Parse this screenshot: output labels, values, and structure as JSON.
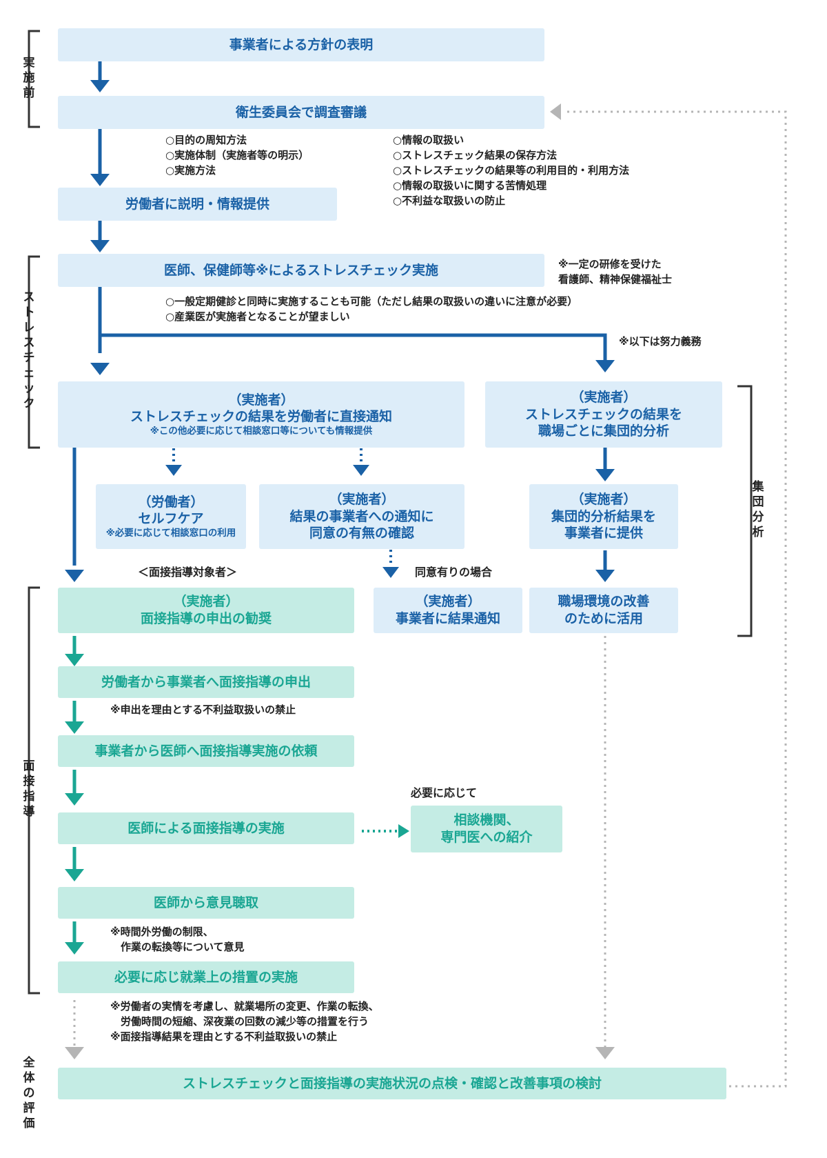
{
  "phases": {
    "pre": "実施前",
    "stress": "ストレスチェック",
    "interview": "面接指導",
    "overall": "全体の評価",
    "group": "集団分析"
  },
  "boxes": {
    "policy": "事業者による方針の表明",
    "committee": "衛生委員会で調査審議",
    "explain": "労働者に説明・情報提供",
    "check": "医師、保健師等※によるストレスチェック実施",
    "notify_role": "（実施者）",
    "notify_main": "ストレスチェックの結果を労働者に直接通知",
    "notify_sub": "※この他必要に応じて相談窓口等についても情報提供",
    "analysis_role": "（実施者）",
    "analysis_line1": "ストレスチェックの結果を",
    "analysis_line2": "職場ごとに集団的分析",
    "selfcare_role": "（労働者）",
    "selfcare_main": "セルフケア",
    "selfcare_sub": "※必要に応じて相談窓口の利用",
    "consent_role": "（実施者）",
    "consent_line1": "結果の事業者への通知に",
    "consent_line2": "同意の有無の確認",
    "provide_role": "（実施者）",
    "provide_line1": "集団的分析結果を",
    "provide_line2": "事業者に提供",
    "recommend_role": "（実施者）",
    "recommend_main": "面接指導の申出の勧奨",
    "result_role": "（実施者）",
    "result_main": "事業者に結果通知",
    "improve_line1": "職場環境の改善",
    "improve_line2": "のために活用",
    "apply": "労働者から事業者へ面接指導の申出",
    "request": "事業者から医師へ面接指導実施の依頼",
    "conduct": "医師による面接指導の実施",
    "referral_line1": "相談機関、",
    "referral_line2": "専門医への紹介",
    "opinion": "医師から意見聴取",
    "measures": "必要に応じ就業上の措置の実施",
    "evaluation": "ストレスチェックと面接指導の実施状況の点検・確認と改善事項の検討"
  },
  "notes": {
    "committee_left": "○目的の周知方法\n○実施体制（実施者等の明示）\n○実施方法",
    "committee_right": "○情報の取扱い\n○ストレスチェック結果の保存方法\n○ストレスチェックの結果等の利用目的・利用方法\n○情報の取扱いに関する苦情処理\n○不利益な取扱いの防止",
    "check_footnote": "※一定の研修を受けた\n看護師、精神保健福祉士",
    "check_notes": "○一般定期健診と同時に実施することも可能（ただし結果の取扱いの違いに注意が必要）\n○産業医が実施者となることが望ましい",
    "effort": "※以下は努力義務",
    "target": "＜面接指導対象者＞",
    "consent_given": "同意有りの場合",
    "apply_note": "※申出を理由とする不利益取扱いの禁止",
    "as_needed": "必要に応じて",
    "opinion_note": "※時間外労働の制限、\n　作業の転換等について意見",
    "measures_note": "※労働者の実情を考慮し、就業場所の変更、作業の転換、\n　労働時間の短縮、深夜業の回数の減少等の措置を行う\n※面接指導結果を理由とする不利益取扱いの禁止"
  },
  "colors": {
    "blue_fill": "#ddedf9",
    "blue_text": "#1a61a6",
    "teal_fill": "#c4ece4",
    "teal_text": "#1aa693",
    "arrow_blue": "#1a61a6",
    "arrow_teal": "#1aa693",
    "dotted_gray": "#b5b5b5"
  }
}
